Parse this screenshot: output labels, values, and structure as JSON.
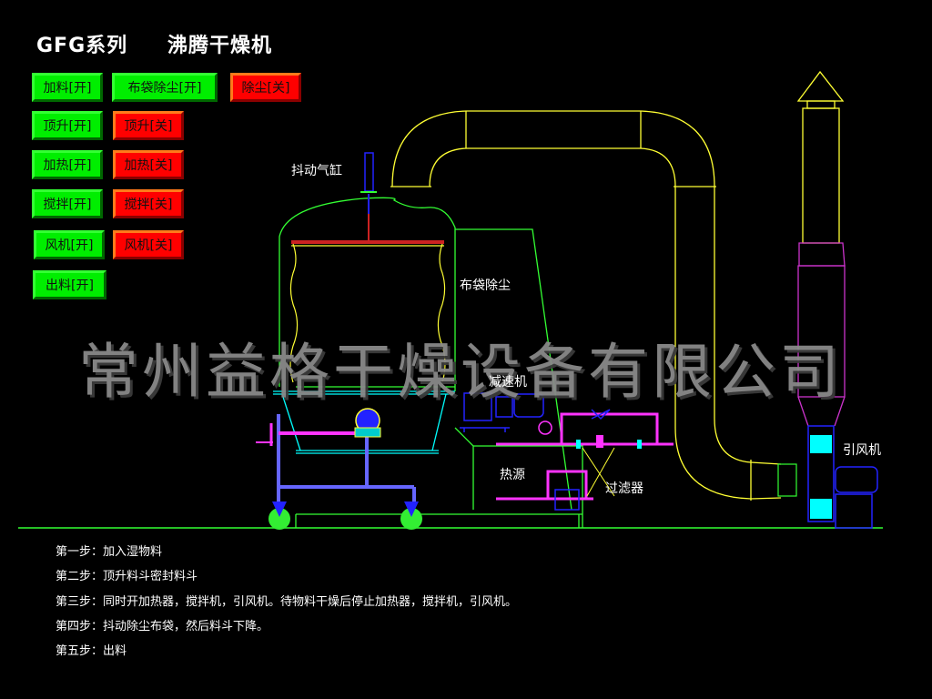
{
  "header": {
    "series": "GFG系列",
    "machine_name": "沸腾干燥机"
  },
  "controls": {
    "feed_on": "加料[开]",
    "bag_dust_on": "布袋除尘[开]",
    "dust_off": "除尘[关]",
    "lift_on": "顶升[开]",
    "lift_off": "顶升[关]",
    "heat_on": "加热[开]",
    "heat_off": "加热[关]",
    "stir_on": "搅拌[开]",
    "stir_off": "搅拌[关]",
    "fan_on": "风机[开]",
    "fan_off": "风机[关]",
    "discharge_on": "出料[开]"
  },
  "diagram": {
    "labels": {
      "shake_cylinder": "抖动气缸",
      "bag_dust_collector": "布袋除尘",
      "reducer": "减速机",
      "heat_source": "热源",
      "filter": "过滤器",
      "induced_fan": "引风机"
    },
    "colors": {
      "duct": "#ffff33",
      "frame": "#33ff33",
      "chimney_lower": "#cc33cc",
      "pipe": "#ff33ff",
      "motor": "#2222ff",
      "cyan": "#00ffff",
      "on_button": "#00ee00",
      "off_button": "#ff0000"
    }
  },
  "watermark": "常州益格干燥设备有限公司",
  "steps": [
    "第一步：加入湿物料",
    "第二步：顶升料斗密封料斗",
    "第三步：同时开加热器，搅拌机，引风机。待物料干燥后停止加热器，搅拌机，引风机。",
    "第四步：抖动除尘布袋，然后料斗下降。",
    "第五步：出料"
  ]
}
